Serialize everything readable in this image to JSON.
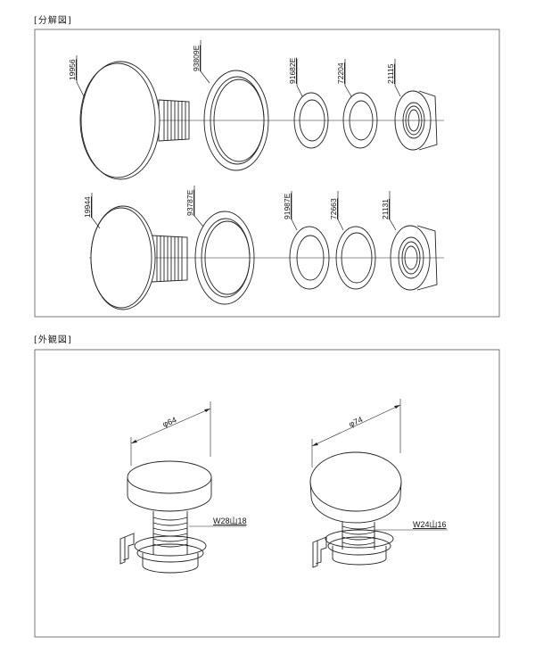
{
  "exploded_view": {
    "title": "[分解図]",
    "row1_part_numbers": [
      "19956",
      "93809E",
      "91682E",
      "72204",
      "21115"
    ],
    "row2_part_numbers": [
      "19944",
      "93787E",
      "91987E",
      "72663",
      "21131"
    ]
  },
  "exterior_view": {
    "title": "[外観図]",
    "left": {
      "diameter": "φ64",
      "thread": "W28山18"
    },
    "right": {
      "diameter": "φ74",
      "thread": "W24山16"
    }
  }
}
